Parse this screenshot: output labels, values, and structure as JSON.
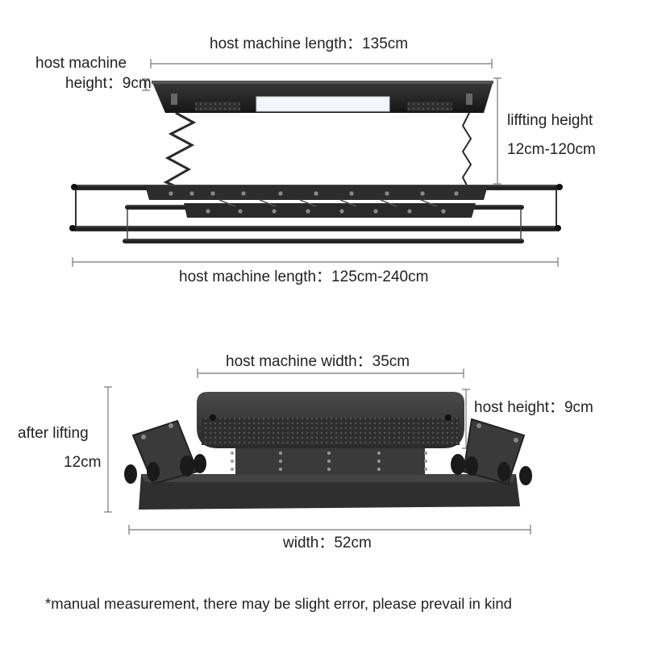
{
  "top_view": {
    "host_length": "host machine length：135cm",
    "host_height_line1": "host machine",
    "host_height_line2": "height：9cm",
    "lifting_line1": "liffting height",
    "lifting_line2": "12cm-120cm",
    "extended_length": "host machine length：125cm-240cm"
  },
  "side_view": {
    "host_width": "host machine width：35cm",
    "host_height": "host height：9cm",
    "after_lifting_line1": "after lifting",
    "after_lifting_line2": "12cm",
    "width": "width：52cm"
  },
  "footnote": "*manual measurement, there may be slight error, please prevail in kind",
  "colors": {
    "frame": "#2b2b2b",
    "rod": "#1e1e1e",
    "light": "#f2f6ff",
    "dim_line": "#777777"
  }
}
